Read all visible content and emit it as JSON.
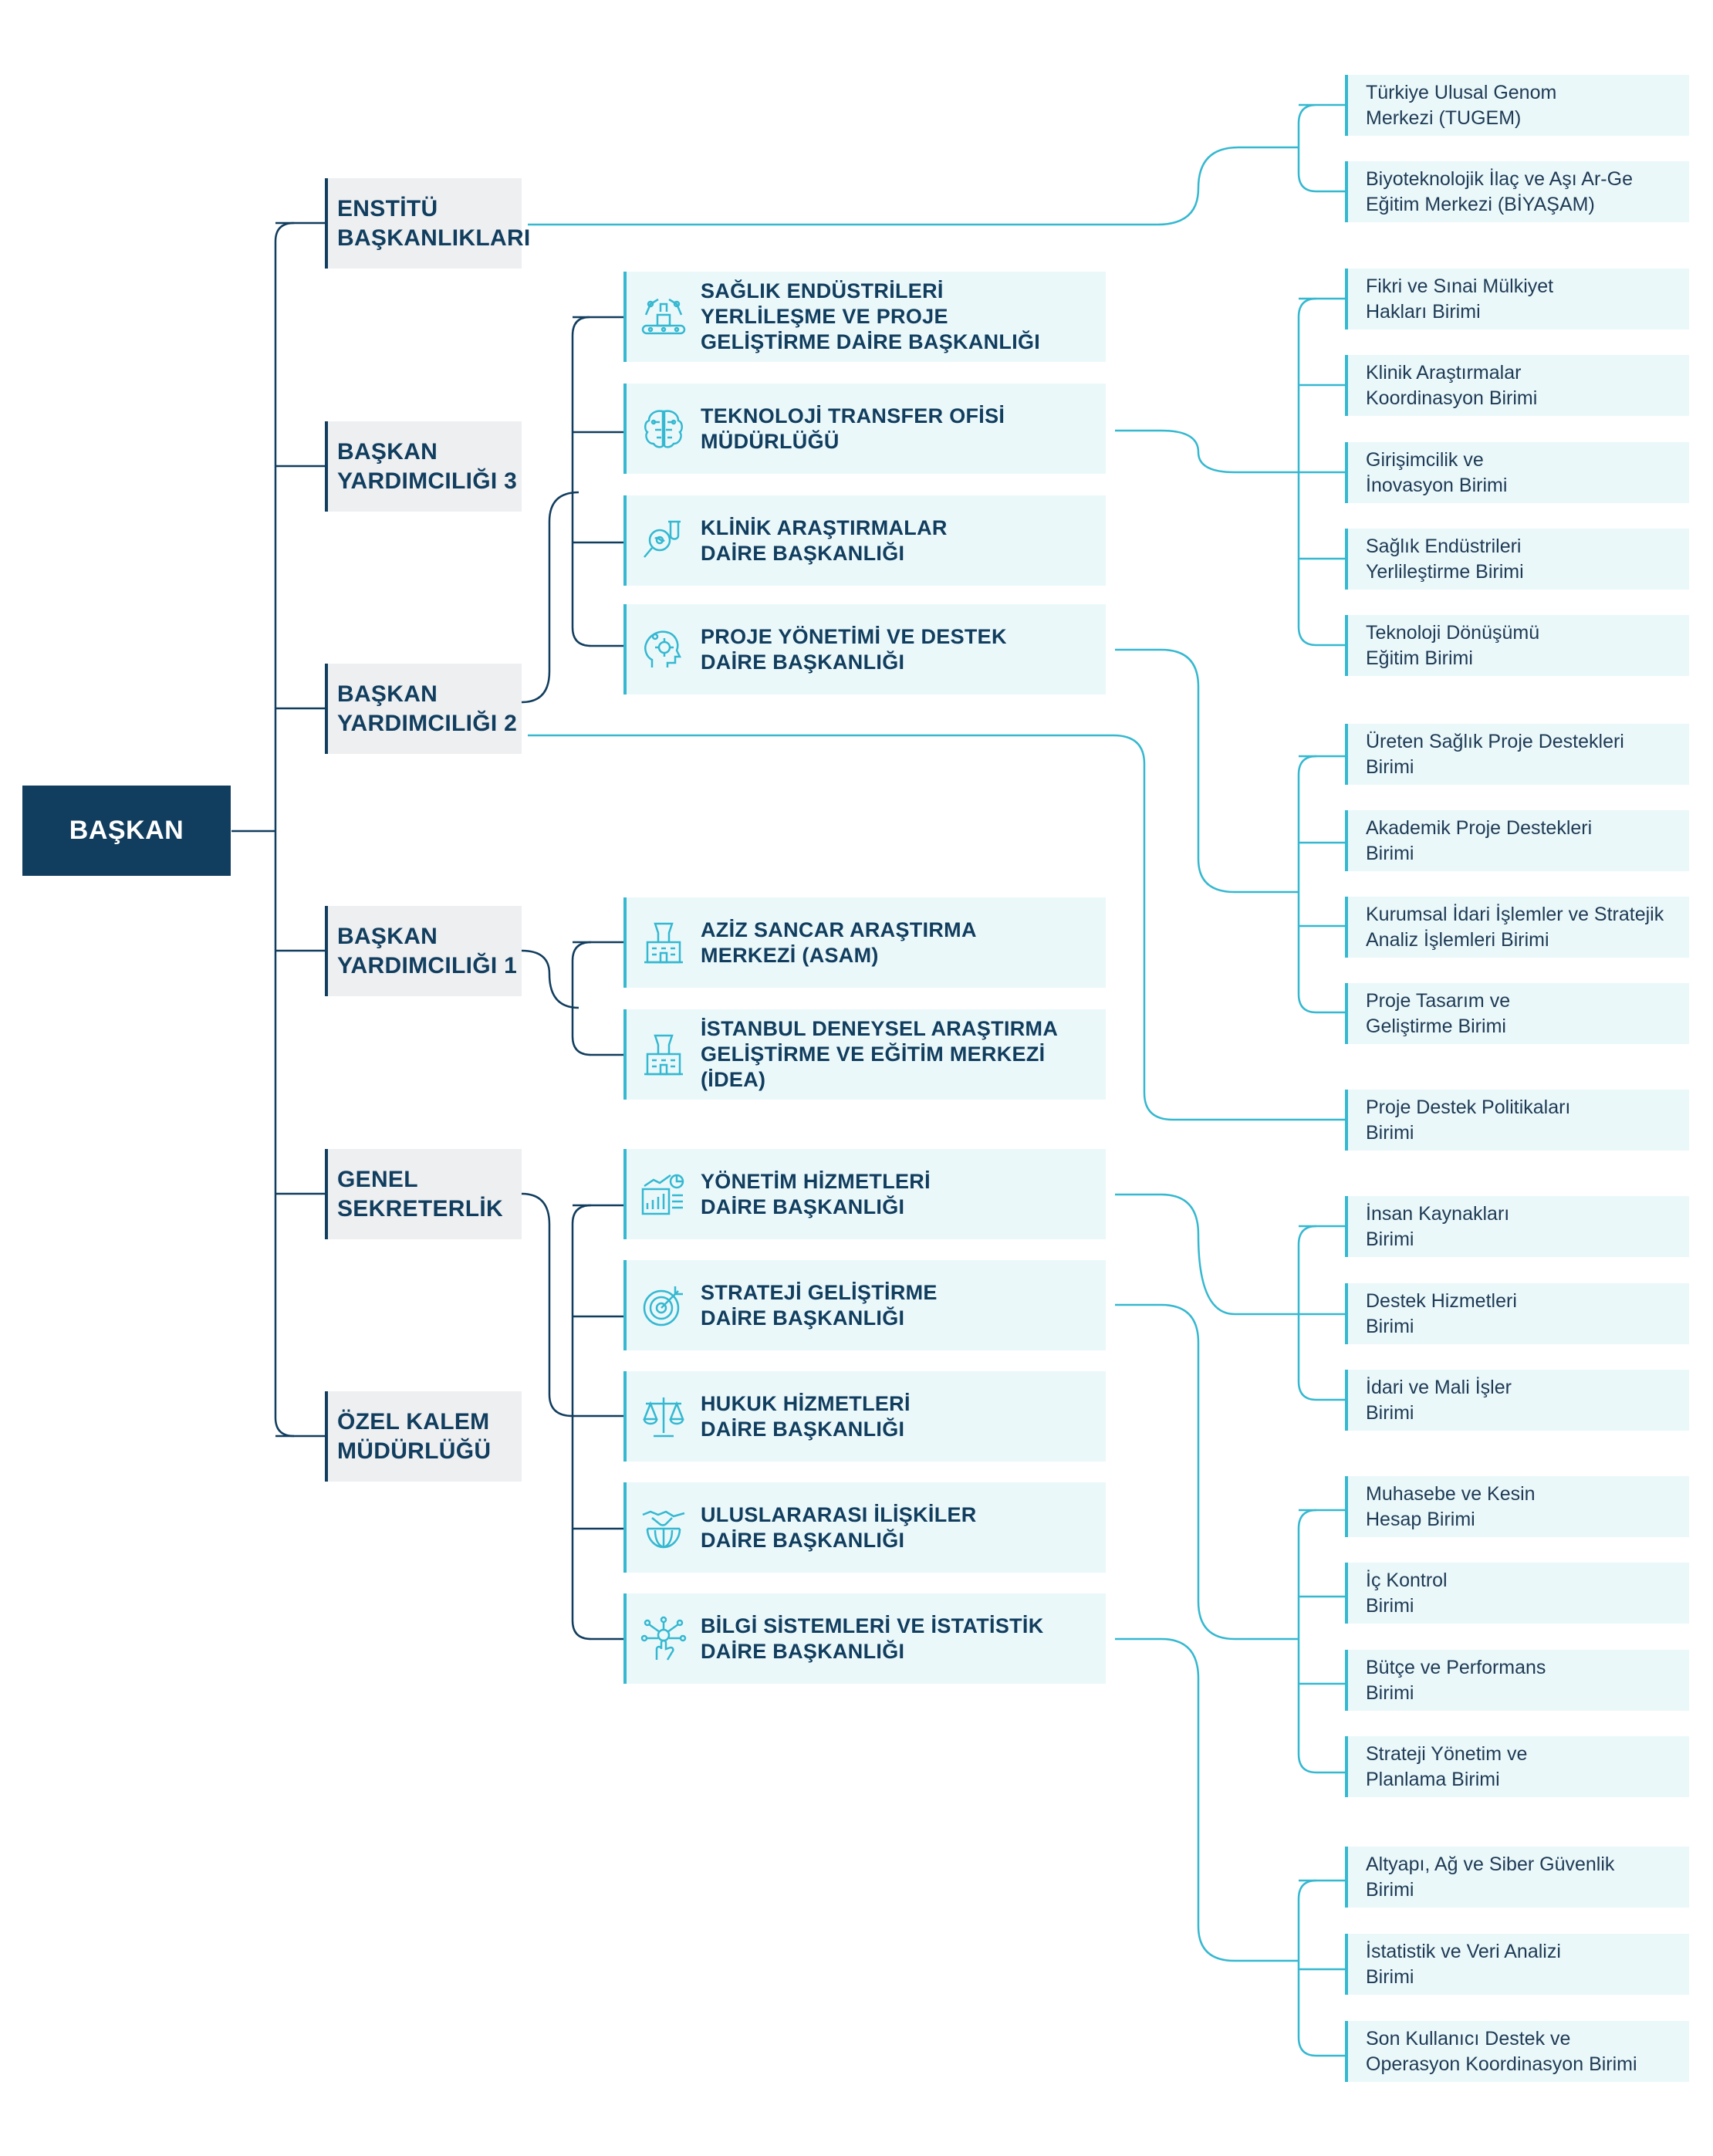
{
  "root": {
    "label": "BAŞKAN"
  },
  "level1": [
    {
      "id": "enstitu",
      "label": "ENSTİTÜ\nBAŞKANLIKLARI"
    },
    {
      "id": "by3",
      "label": "BAŞKAN\nYARDIMCILIĞI 3"
    },
    {
      "id": "by2",
      "label": "BAŞKAN\nYARDIMCILIĞI 2"
    },
    {
      "id": "by1",
      "label": "BAŞKAN\nYARDIMCILIĞI 1"
    },
    {
      "id": "gs",
      "label": "GENEL\nSEKRETERLİK"
    },
    {
      "id": "ozel",
      "label": "ÖZEL KALEM\nMÜDÜRLÜĞÜ"
    }
  ],
  "level2": [
    {
      "id": "sayp",
      "icon": "robot-arm-conveyor-icon",
      "label": "SAĞLIK ENDÜSTRİLERİ\nYERLİLEŞME VE PROJE\nGELİŞTİRME DAİRE BAŞKANLIĞI"
    },
    {
      "id": "tto",
      "icon": "brain-circuit-icon",
      "label": "TEKNOLOJİ TRANSFER OFİSİ\nMÜDÜRLÜĞÜ"
    },
    {
      "id": "klinik",
      "icon": "magnifier-test-tube-icon",
      "label": "KLİNİK ARAŞTIRMALAR\nDAİRE BAŞKANLIĞI"
    },
    {
      "id": "proje",
      "icon": "head-gear-icon",
      "label": "PROJE YÖNETİMİ VE DESTEK\nDAİRE BAŞKANLIĞI"
    },
    {
      "id": "asam",
      "icon": "lab-building-icon",
      "label": "AZİZ SANCAR ARAŞTIRMA\nMERKEZİ (ASAM)"
    },
    {
      "id": "idea",
      "icon": "lab-building-icon",
      "label": "İSTANBUL DENEYSEL ARAŞTIRMA\nGELİŞTİRME VE EĞİTİM MERKEZİ\n(İDEA)"
    },
    {
      "id": "yonetim",
      "icon": "chart-growth-icon",
      "label": "YÖNETİM HİZMETLERİ\nDAİRE BAŞKANLIĞI"
    },
    {
      "id": "strateji",
      "icon": "target-arrow-icon",
      "label": "STRATEJİ GELİŞTİRME\nDAİRE BAŞKANLIĞI"
    },
    {
      "id": "hukuk",
      "icon": "scales-icon",
      "label": "HUKUK HİZMETLERİ\nDAİRE BAŞKANLIĞI"
    },
    {
      "id": "uluslar",
      "icon": "handshake-globe-icon",
      "label": "ULUSLARARASI İLİŞKİLER\nDAİRE BAŞKANLIĞI"
    },
    {
      "id": "bilgi",
      "icon": "network-hand-icon",
      "label": "BİLGİ SİSTEMLERİ VE İSTATİSTİK\nDAİRE BAŞKANLIĞI"
    }
  ],
  "level3": [
    {
      "label": "Türkiye Ulusal Genom\nMerkezi (TUGEM)"
    },
    {
      "label": "Biyoteknolojik İlaç ve Aşı Ar-Ge\nEğitim Merkezi (BİYAŞAM)"
    },
    {
      "label": "Fikri ve Sınai Mülkiyet\nHakları Birimi"
    },
    {
      "label": "Klinik Araştırmalar\nKoordinasyon Birimi"
    },
    {
      "label": "Girişimcilik ve\nİnovasyon Birimi"
    },
    {
      "label": "Sağlık Endüstrileri\nYerlileştirme Birimi"
    },
    {
      "label": "Teknoloji Dönüşümü\nEğitim Birimi"
    },
    {
      "label": "Üreten Sağlık Proje Destekleri\nBirimi"
    },
    {
      "label": "Akademik Proje Destekleri\nBirimi"
    },
    {
      "label": "Kurumsal İdari İşlemler ve Stratejik\nAnaliz İşlemleri Birimi"
    },
    {
      "label": "Proje Tasarım ve\nGeliştirme Birimi"
    },
    {
      "label": "Proje Destek Politikaları\nBirimi"
    },
    {
      "label": "İnsan Kaynakları\nBirimi"
    },
    {
      "label": "Destek Hizmetleri\nBirimi"
    },
    {
      "label": "İdari ve Mali İşler\nBirimi"
    },
    {
      "label": "Muhasebe ve Kesin\nHesap Birimi"
    },
    {
      "label": "İç Kontrol\nBirimi"
    },
    {
      "label": "Bütçe ve Performans\nBirimi"
    },
    {
      "label": "Strateji Yönetim ve\nPlanlama Birimi"
    },
    {
      "label": "Altyapı, Ağ ve Siber Güvenlik\nBirimi"
    },
    {
      "label": "İstatistik ve Veri Analizi\nBirimi"
    },
    {
      "label": "Son Kullanıcı Destek ve\nOperasyon Koordinasyon Birimi"
    }
  ],
  "colors": {
    "navy": "#113D5E",
    "cyan": "#35B8D0",
    "l1_bg": "#EDEFF1",
    "l2_bg": "#EAF8FA"
  }
}
